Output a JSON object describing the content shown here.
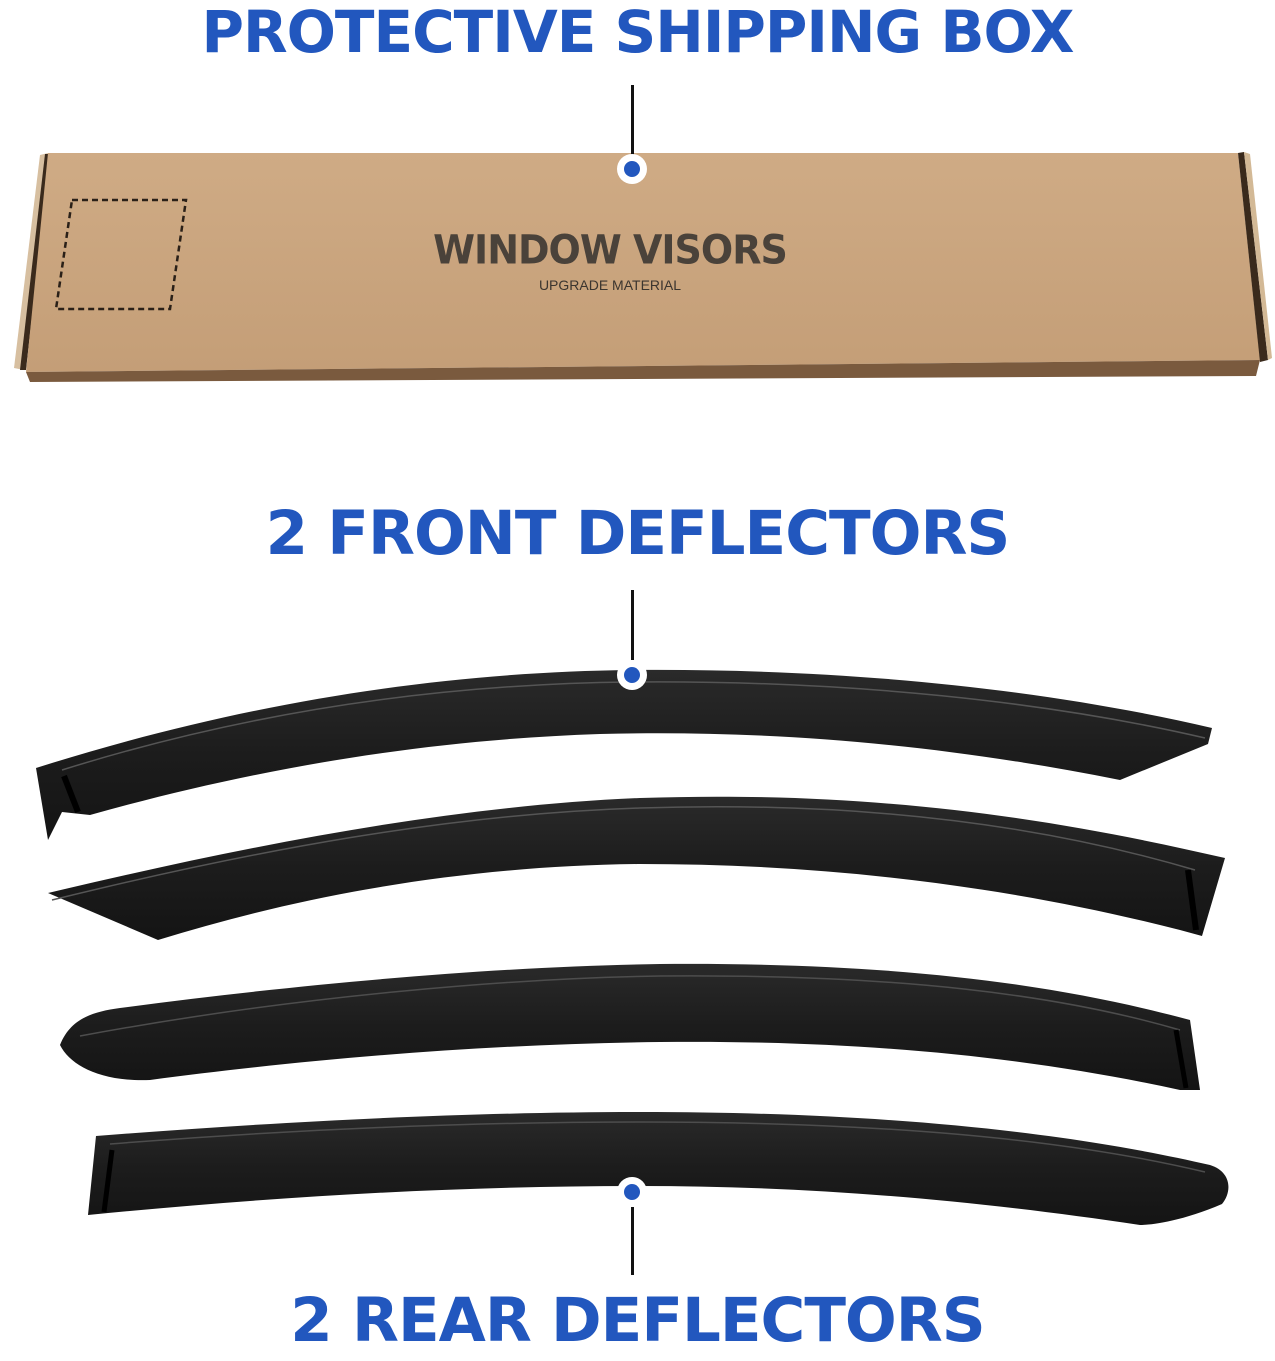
{
  "callouts": {
    "box": "PROTECTIVE SHIPPING BOX",
    "front": "2 FRONT DEFLECTORS",
    "rear": "2 REAR DEFLECTORS"
  },
  "box": {
    "title": "WINDOW VISORS",
    "subtitle": "UPGRADE MATERIAL"
  },
  "colors": {
    "accent_blue": "#2257be",
    "cardboard": "#c8a47e",
    "deflector": "#1e1e1e"
  },
  "icons": {
    "callout_dot": "blue-dot-marker",
    "leader_line": "vertical-line"
  }
}
